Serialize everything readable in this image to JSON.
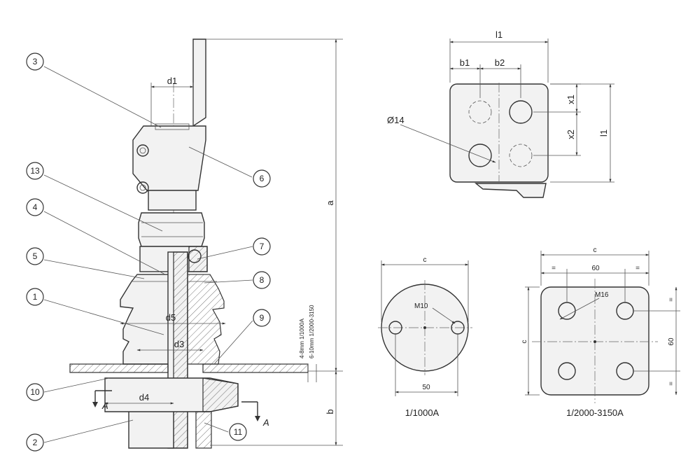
{
  "callouts": {
    "c1": "1",
    "c2": "2",
    "c3": "3",
    "c4": "4",
    "c5": "5",
    "c6": "6",
    "c7": "7",
    "c8": "8",
    "c9": "9",
    "c10": "10",
    "c11": "11",
    "c13": "13"
  },
  "dims": {
    "d1": "d1",
    "d3": "d3",
    "d4": "d4",
    "d5": "d5",
    "a": "a",
    "b": "b",
    "section_a": "A",
    "gap_1000": "4-8mm 1/1000A",
    "gap_2000": "6-10mm 1/2000-3150"
  },
  "terminal": {
    "l1_top": "l1",
    "l1_side": "l1",
    "b1": "b1",
    "b2": "b2",
    "x1": "x1",
    "x2": "x2",
    "hole": "Ø14"
  },
  "round_flange": {
    "c": "c",
    "bolt": "M10",
    "spacing": "50",
    "caption": "1/1000A"
  },
  "square_flange": {
    "c_top": "c",
    "c_side": "c",
    "spacing_top": "60",
    "spacing_side": "60",
    "eq1": "=",
    "eq2": "=",
    "eq3": "=",
    "eq4": "=",
    "bolt": "M16",
    "caption": "1/2000-3150A"
  }
}
